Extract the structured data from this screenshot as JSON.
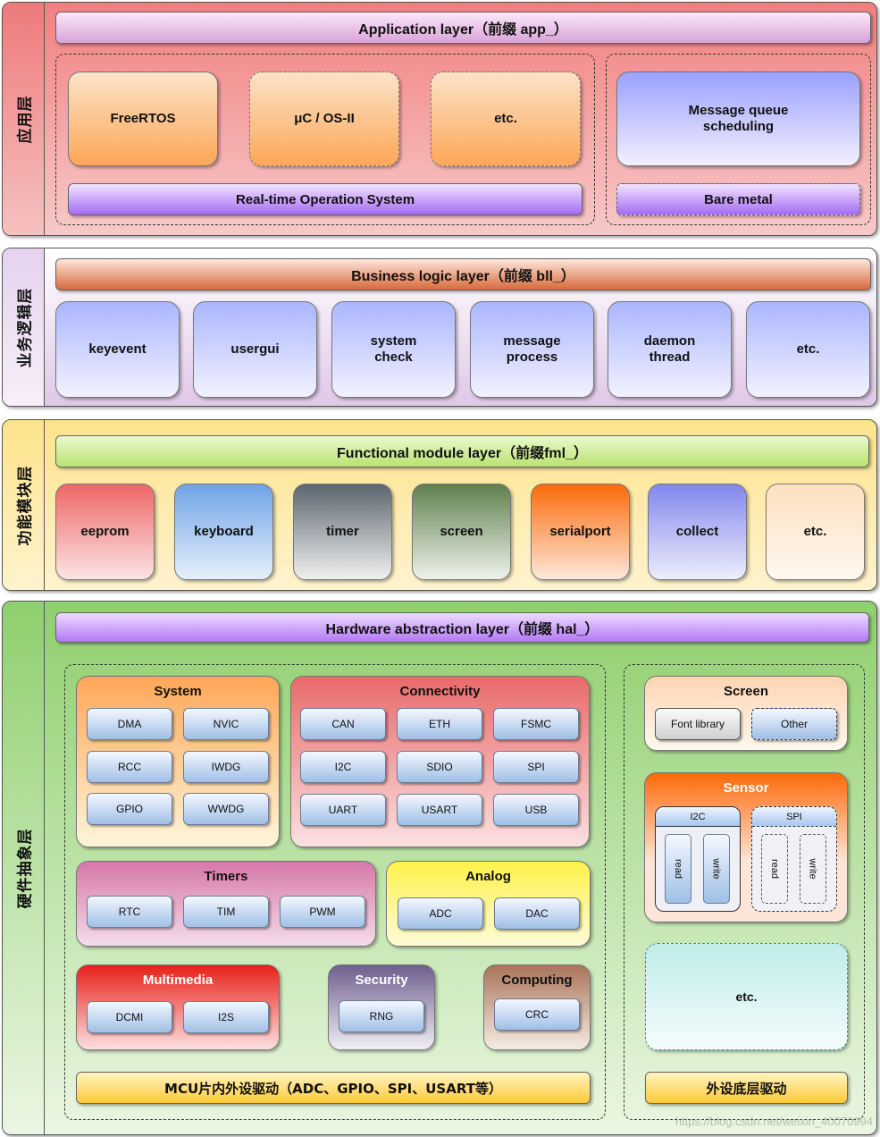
{
  "app_layer": {
    "side_label": "应用层",
    "header": "Application layer（前缀 app_）",
    "rtos_items": [
      "FreeRTOS",
      "μC / OS-II",
      "etc."
    ],
    "rtos_label": "Real-time Operation System",
    "msg_queue": "Message queue\nscheduling",
    "bare_metal": "Bare metal",
    "colors": {
      "band": "#f08c8c",
      "header": "#e7bde6",
      "rtos_tile": "#fec38a",
      "purple_bar": "#b27ff5",
      "msg_tile": "#a9b2ff"
    }
  },
  "business_layer": {
    "side_label": "业务逻辑层",
    "header": "Business logic layer（前缀 bll_）",
    "items": [
      "keyevent",
      "usergui",
      "system\ncheck",
      "message\nprocess",
      "daemon\nthread",
      "etc."
    ],
    "colors": {
      "band": "#e9daf0",
      "header": "#d97a4a",
      "tile": "#c1c8fb"
    }
  },
  "functional_layer": {
    "side_label": "功能模块层",
    "header": "Functional module layer（前缀fml_）",
    "items": [
      {
        "label": "eeprom",
        "color": "#ee7474"
      },
      {
        "label": "keyboard",
        "color": "#7faee6"
      },
      {
        "label": "timer",
        "color": "#6f7a82"
      },
      {
        "label": "screen",
        "color": "#6f8f5f"
      },
      {
        "label": "serialport",
        "color": "#fb7a1c"
      },
      {
        "label": "collect",
        "color": "#8f93ee"
      },
      {
        "label": "etc.",
        "color": "#fde0c0"
      }
    ],
    "colors": {
      "band": "#fde7a0",
      "header": "#c9ed8a"
    }
  },
  "hal_layer": {
    "side_label": "硬件抽象层",
    "header": "Hardware abstraction layer（前缀 hal_）",
    "system": {
      "title": "System",
      "chips": [
        "DMA",
        "NVIC",
        "RCC",
        "IWDG",
        "GPIO",
        "WWDG"
      ]
    },
    "connectivity": {
      "title": "Connectivity",
      "chips": [
        "CAN",
        "ETH",
        "FSMC",
        "I2C",
        "SDIO",
        "SPI",
        "UART",
        "USART",
        "USB"
      ]
    },
    "timers": {
      "title": "Timers",
      "chips": [
        "RTC",
        "TIM",
        "PWM"
      ]
    },
    "analog": {
      "title": "Analog",
      "chips": [
        "ADC",
        "DAC"
      ]
    },
    "multimedia": {
      "title": "Multimedia",
      "chips": [
        "DCMI",
        "I2S"
      ]
    },
    "security": {
      "title": "Security",
      "chips": [
        "RNG"
      ]
    },
    "computing": {
      "title": "Computing",
      "chips": [
        "CRC"
      ]
    },
    "mcu_bar": "MCU片内外设驱动（ADC、GPIO、SPI、USART等）",
    "screen": {
      "title": "Screen",
      "chips": [
        "Font library",
        "Other"
      ]
    },
    "sensor": {
      "title": "Sensor",
      "i2c": {
        "title": "I2C",
        "chips": [
          "read",
          "write"
        ]
      },
      "spi": {
        "title": "SPI",
        "chips": [
          "read",
          "write"
        ]
      }
    },
    "etc": "etc.",
    "peripheral_bar": "外设底层驱动",
    "colors": {
      "band": "#a7d98a",
      "header": "#c79cf5",
      "yellow_bar": "#ffd65c"
    }
  },
  "watermark": "https://blog.csdn.net/weixin_40070994"
}
